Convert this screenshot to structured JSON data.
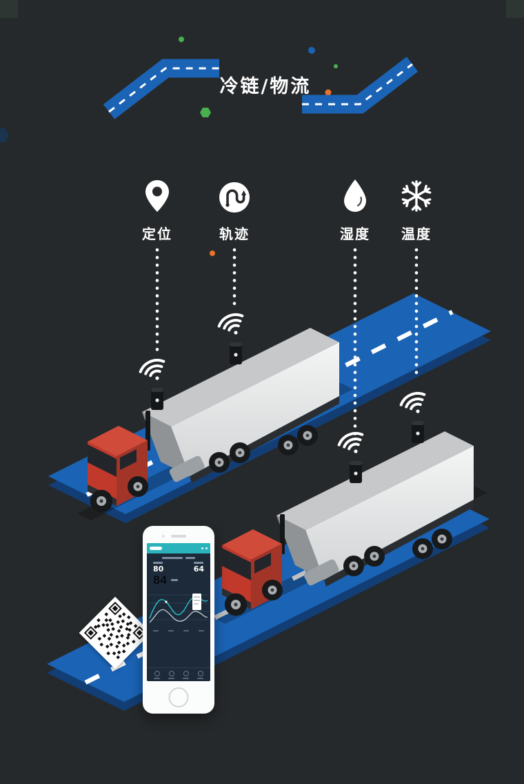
{
  "page": {
    "title": "冷链/物流",
    "background": "#26292b"
  },
  "features": [
    {
      "label": "定位",
      "icon": "location-pin-icon"
    },
    {
      "label": "轨迹",
      "icon": "route-icon"
    },
    {
      "label": "湿度",
      "icon": "droplet-icon"
    },
    {
      "label": "温度",
      "icon": "snowflake-icon"
    }
  ],
  "scene": {
    "elements": [
      "zigzag-road",
      "isometric-road-upper",
      "isometric-road-lower",
      "refrigerated-truck-1",
      "refrigerated-truck-2",
      "tracker-devices",
      "wifi-signals",
      "smartphone-monitor",
      "qr-code"
    ]
  },
  "phone": {
    "readings": [
      {
        "value": "80"
      },
      {
        "value": "64"
      },
      {
        "value": "84"
      }
    ]
  },
  "colors": {
    "background": "#26292b",
    "road_blue": "#1b63b5",
    "road_edge": "#123e75",
    "truck_red": "#c0392b",
    "trailer_gray": "#d9dbdc",
    "app_teal": "#2ab3bb",
    "dot_green": "#49b04f",
    "dot_orange": "#e8742c"
  }
}
